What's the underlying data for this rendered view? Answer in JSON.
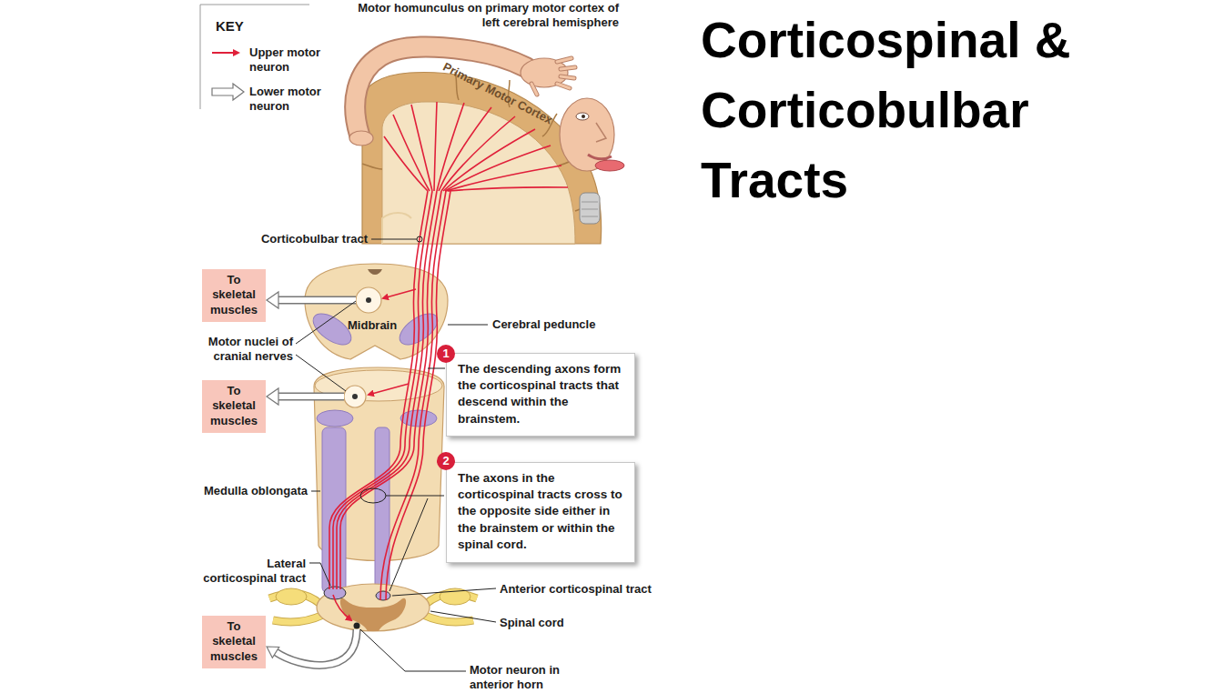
{
  "diagram": {
    "title": "Corticospinal & Corticobulbar Tracts",
    "nodes": [
      {
        "text": [
          "To skeletal muscles"
        ]
      },
      {
        "text": [
          "The descending axons form the corticospinal tracts that descend within the brainstem."
        ]
      },
      {
        "text": [
          "To skeletal muscles"
        ]
      },
      {
        "text": [
          "The axons in the corticospinal tracts cross to the opposite side either in the brainstem or within the spinal cord."
        ]
      },
      {
        "text": [
          "To skeletal muscles"
        ]
      }
    ],
    "labels": [
      "KEY",
      "Motor homunculus on primary motor cortex of left cerebral hemisphere",
      "Primary Motor Cortex",
      "Corticobulbar tract",
      "Midbrain",
      "Motor nuclei of cranial nerves",
      "Cerebral peduncle",
      "1",
      "2",
      "Medulla oblongata",
      "Lateral corticospinal tract",
      "Anterior corticospinal tract",
      "Spinal cord",
      "Motor neuron in anterior horn"
    ],
    "legend": [
      {
        "text": "Upper motor neuron"
      },
      {
        "text": "Lower motor neuron"
      }
    ]
  }
}
